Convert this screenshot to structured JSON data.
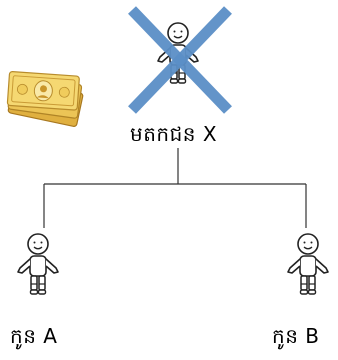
{
  "labels": {
    "deceased_parent": "មតកជន X",
    "child_a": "កូន A",
    "child_b": "កូន B"
  },
  "icons": {
    "deceased_parent": "stick-figure-icon",
    "cross_mark": "x-cross-icon",
    "money": "banknote-stack-icon",
    "child_a": "stick-figure-icon",
    "child_b": "stick-figure-icon"
  },
  "colors": {
    "cross": "#5b8fc7",
    "line": "#333333",
    "money_light": "#f3d36a",
    "money_dark": "#c9952a"
  }
}
